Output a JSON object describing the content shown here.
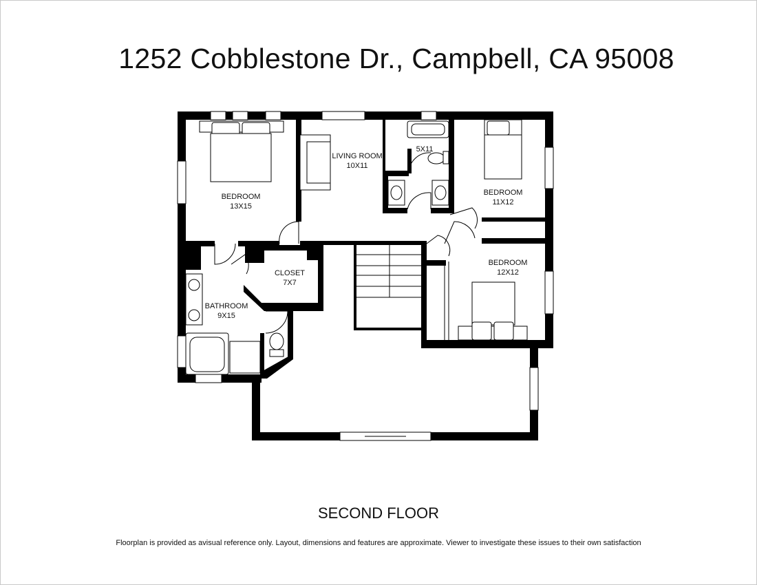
{
  "header": {
    "address": "1252 Cobblestone Dr., Campbell, CA 95008"
  },
  "plan": {
    "rooms": [
      {
        "name": "BEDROOM",
        "size": "13X15"
      },
      {
        "name": "LIVING ROOM",
        "size": "10X11"
      },
      {
        "name": "",
        "size": "5X11"
      },
      {
        "name": "BEDROOM",
        "size": "11X12"
      },
      {
        "name": "CLOSET",
        "size": "7X7"
      },
      {
        "name": "BATHROOM",
        "size": "9X15"
      },
      {
        "name": "BEDROOM",
        "size": "12X12"
      }
    ]
  },
  "footer": {
    "floor_label": "SECOND FLOOR",
    "disclaimer": "Floorplan is provided as avisual reference only. Layout, dimensions and features are approximate. Viewer to investigate these issues to their own satisfaction"
  }
}
